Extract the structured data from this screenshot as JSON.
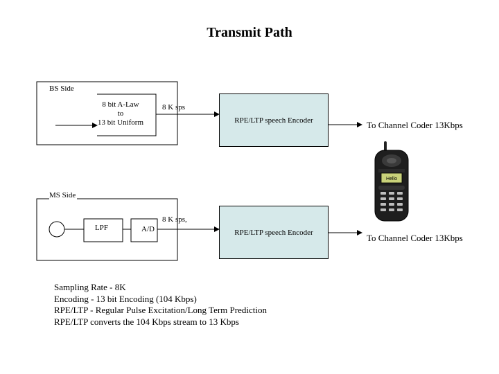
{
  "title": "Transmit Path",
  "bs": {
    "side_label": "BS Side",
    "converter_lines": [
      "8 bit A-Law",
      "to",
      "13 bit Uniform"
    ],
    "rate_label": "8 K sps",
    "encoder_label": "RPE/LTP speech Encoder",
    "output_label": "To Channel Coder 13Kbps"
  },
  "ms": {
    "side_label": "MS Side",
    "lpf_label": "LPF",
    "ad_label": "A/D",
    "rate_label": "8 K sps,",
    "encoder_label": "RPE/LTP speech Encoder",
    "output_label": "To Channel Coder 13Kbps"
  },
  "phone": {
    "screen_text": "Hello"
  },
  "notes": [
    "Sampling Rate - 8K",
    "Encoding - 13 bit Encoding (104 Kbps)",
    "RPE/LTP - Regular Pulse Excitation/Long Term Prediction",
    "RPE/LTP converts the 104 Kbps stream to 13 Kbps"
  ]
}
